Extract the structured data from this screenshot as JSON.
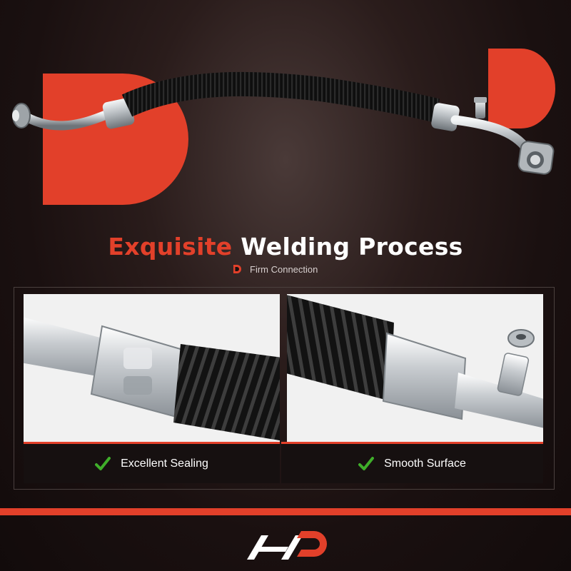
{
  "colors": {
    "accent": "#e2402a",
    "check": "#3fae2a",
    "hose": "#1c1c1c",
    "metal": "#c9cdd0"
  },
  "headline": {
    "accent_text": "Exquisite",
    "main_text": "Welding Process"
  },
  "subheadline": {
    "text": "Firm Connection",
    "icon": "d-logo-icon"
  },
  "features": [
    {
      "label": "Excellent Sealing",
      "icon": "checkmark-icon"
    },
    {
      "label": "Smooth Surface",
      "icon": "checkmark-icon"
    }
  ],
  "brand": {
    "logo_icon": "a-premium-logo-icon"
  }
}
